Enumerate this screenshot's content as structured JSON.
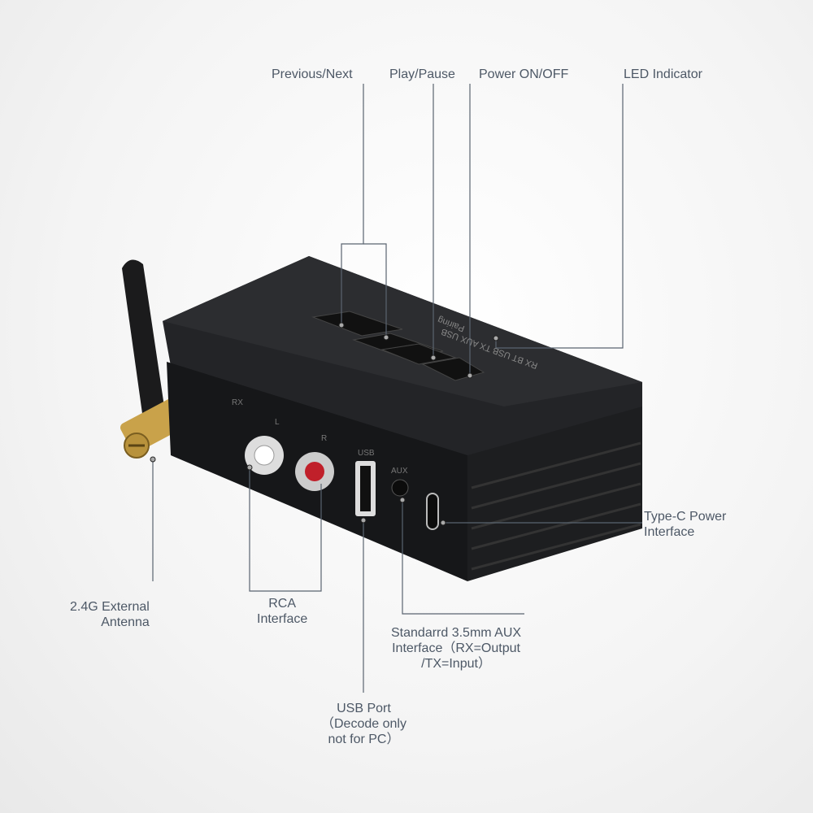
{
  "callouts": {
    "previous_next": "Previous/Next",
    "play_pause": "Play/Pause",
    "power": "Power ON/OFF",
    "led": "LED Indicator",
    "typec": [
      "Type-C Power",
      "Interface"
    ],
    "antenna": [
      "2.4G External",
      "Antenna"
    ],
    "rca": [
      "RCA",
      "Interface"
    ],
    "aux": [
      "Standarrd 3.5mm AUX",
      "Interface（RX=Output",
      "/TX=Input）"
    ],
    "usb": [
      "USB Port",
      "（Decode only",
      "not for PC）"
    ]
  },
  "device": {
    "top_labels": "RX  BT  USB  TX  AUX  USB",
    "pairing": "Pairing",
    "rx": "RX",
    "l": "L",
    "r": "R",
    "usb": "USB",
    "aux": "AUX"
  },
  "colors": {
    "text": "#4d5866",
    "line": "#5a6470",
    "device": "#1e1f21",
    "rca_red": "#c0202a",
    "gold": "#c9a24a"
  }
}
